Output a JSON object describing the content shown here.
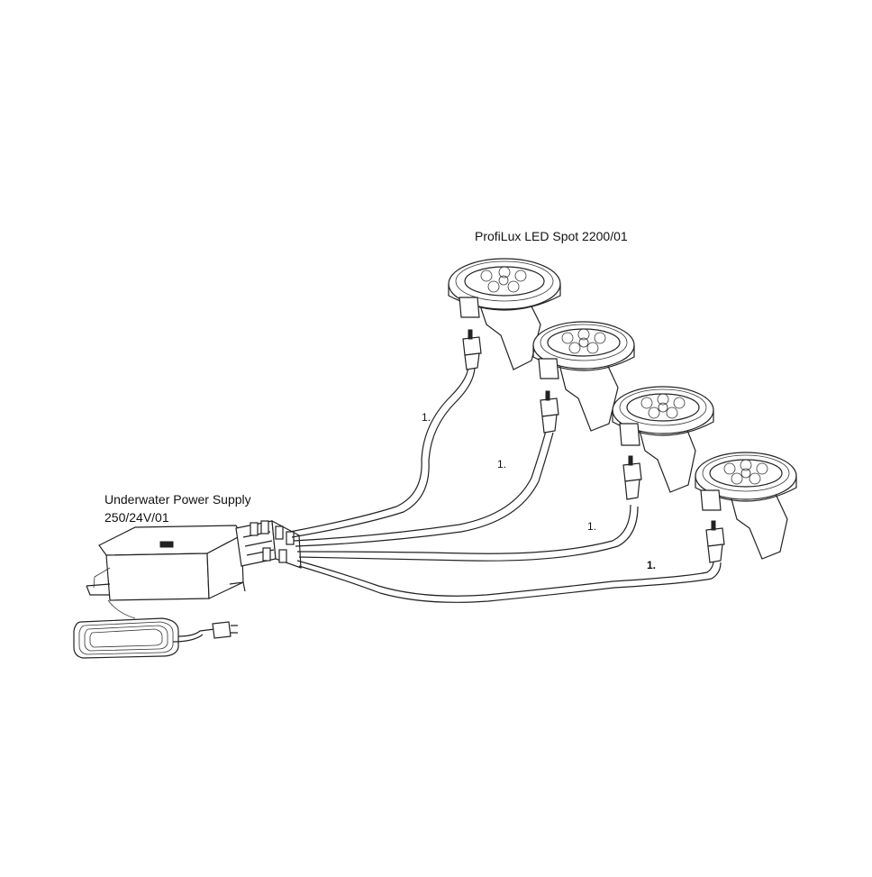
{
  "labels": {
    "spot_title": "ProfiLux LED Spot 2200/01",
    "power_supply_line1": "Underwater Power Supply",
    "power_supply_line2": "250/24V/01"
  },
  "cable_markers": [
    "1.",
    "1.",
    "1.",
    "1."
  ]
}
